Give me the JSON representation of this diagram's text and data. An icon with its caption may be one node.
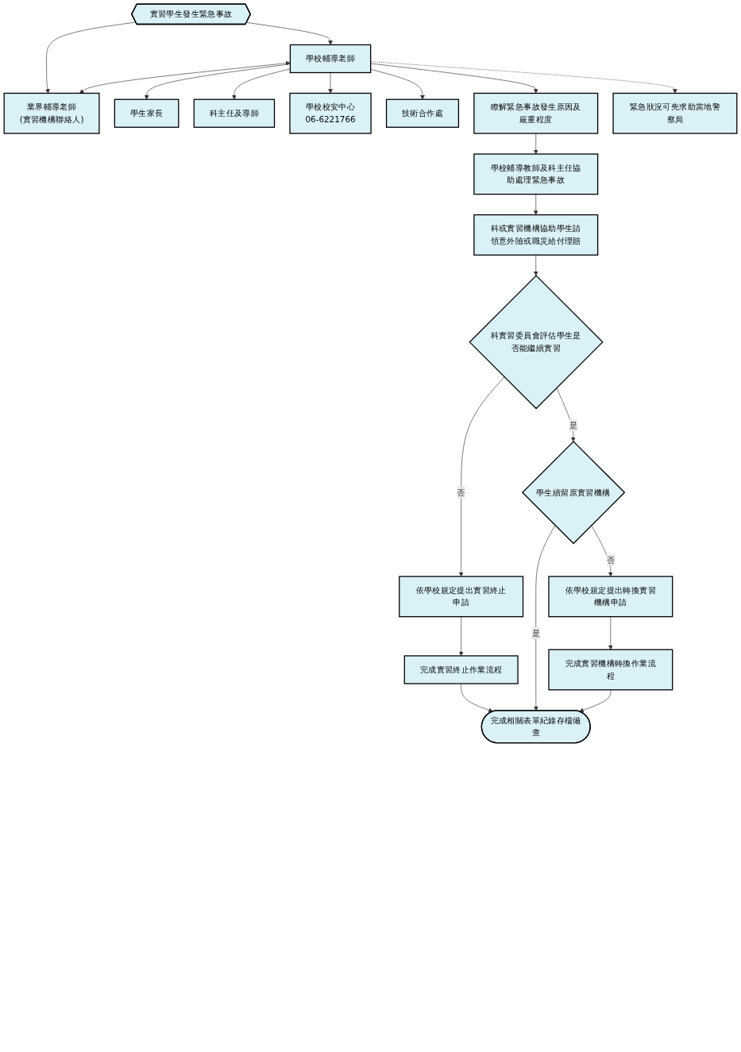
{
  "diagram": {
    "nodes": [
      {
        "text": [
          "實習學生發生緊急事故"
        ]
      },
      {
        "text": [
          "學校輔導老師"
        ]
      },
      {
        "text": [
          "業界輔導老師",
          "(實習機構聯絡人)"
        ]
      },
      {
        "text": [
          "學生家長"
        ]
      },
      {
        "text": [
          "科主任及導師"
        ]
      },
      {
        "text": [
          "學校校安中心",
          "06-6221766"
        ]
      },
      {
        "text": [
          "技術合作處"
        ]
      },
      {
        "text": [
          "瞭解緊急事故發生原因及嚴重程度"
        ]
      },
      {
        "text": [
          "緊急狀況可先求助當地警察局"
        ]
      },
      {
        "text": [
          "學校輔導教師及科主任協助處理緊急事故"
        ]
      },
      {
        "text": [
          "科或實習機構協助學生請領意外險或職災給付理賠"
        ]
      },
      {
        "text": [
          "科實習委員會評估學生是否能繼續實習"
        ]
      },
      {
        "text": [
          "依學校規定提出實習終止申請"
        ]
      },
      {
        "text": [
          "完成實習終止作業流程"
        ]
      },
      {
        "text": [
          "學生續留原實習機構"
        ]
      },
      {
        "text": [
          "依學校規定提出轉換實習機構申請"
        ]
      },
      {
        "text": [
          "完成實習機構轉換作業流程"
        ]
      },
      {
        "text": [
          "完成相關表單紀錄存檔備查"
        ]
      }
    ],
    "edges": [
      {
        "from": 0,
        "to": 1,
        "arrow": "to"
      },
      {
        "from": 0,
        "to": 2,
        "arrow": "to"
      },
      {
        "from": 1,
        "to": 3,
        "arrow": "to"
      },
      {
        "from": 1,
        "to": 4,
        "arrow": "to"
      },
      {
        "from": 1,
        "to": 5,
        "arrow": "to"
      },
      {
        "from": 1,
        "to": 6,
        "arrow": "to"
      },
      {
        "from": 1,
        "to": 2,
        "arrow": "both"
      },
      {
        "from": 1,
        "to": 8,
        "arrow": "to",
        "style": "dashed"
      },
      {
        "from": 1,
        "to": 7,
        "arrow": "to"
      },
      {
        "from": 7,
        "to": 9,
        "arrow": "to"
      },
      {
        "from": 9,
        "to": 10,
        "arrow": "to"
      },
      {
        "from": 10,
        "to": 11,
        "arrow": "to"
      },
      {
        "from": 11,
        "to": 12,
        "label": "否",
        "arrow": "to"
      },
      {
        "from": 11,
        "to": 14,
        "label": "是",
        "arrow": "to"
      },
      {
        "from": 12,
        "to": 13,
        "arrow": "to"
      },
      {
        "from": 13,
        "to": 17,
        "arrow": "to"
      },
      {
        "from": 14,
        "to": 15,
        "label": "否",
        "arrow": "to"
      },
      {
        "from": 14,
        "to": 17,
        "label": "是",
        "arrow": "to"
      },
      {
        "from": 15,
        "to": 16,
        "arrow": "to"
      },
      {
        "from": 16,
        "to": 17,
        "arrow": "to"
      }
    ]
  }
}
